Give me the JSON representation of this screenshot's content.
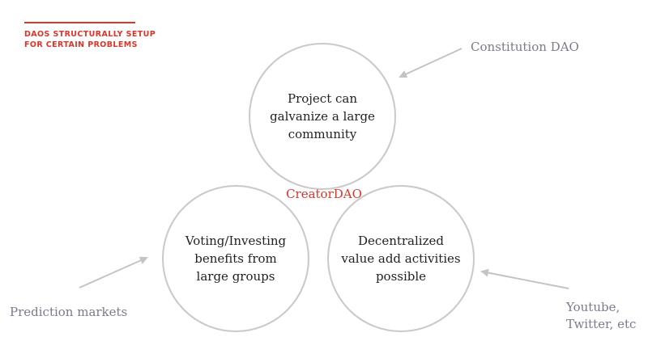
{
  "header": {
    "title": "DAOS STRUCTURALLY SETUP FOR CERTAIN PROBLEMS"
  },
  "circles": {
    "top": "Project can galvanize a large community",
    "left": "Voting/Investing benefits from large groups",
    "right": "Decentralized value add activities possible"
  },
  "center_label": "CreatorDAO",
  "side_labels": {
    "constitution": "Constitution DAO",
    "prediction": "Prediction markets",
    "youtube": "Youtube, Twitter, etc"
  },
  "colors": {
    "accent": "#d9362b",
    "circle_border": "#c9c9c9",
    "muted_text": "#7b7b8c",
    "arrow": "#c4c4c4"
  }
}
